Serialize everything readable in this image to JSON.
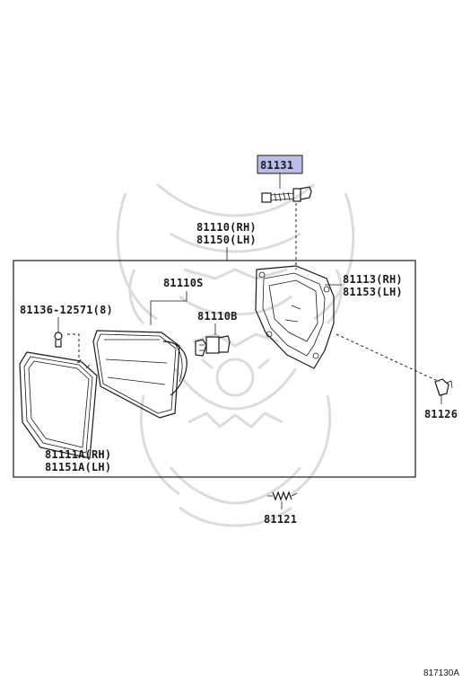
{
  "highlight_color": "#b9bde8",
  "watermark_color": "#dcdcdc",
  "diagram_code": "817130A",
  "callouts": {
    "c81131": "81131",
    "c81110_rh": "81110(RH)",
    "c81150_lh": "81150(LH)",
    "c81110s": "81110S",
    "c81110b": "81110B",
    "c81113_rh": "81113(RH)",
    "c81153_lh": "81153(LH)",
    "c81136": "81136-12571(8)",
    "c81111a_rh": "81111A(RH)",
    "c81151a_lh": "81151A(LH)",
    "c81126": "81126",
    "c81121": "81121"
  },
  "icons": {
    "watermark": "samurai-helmet-mask-logo"
  }
}
